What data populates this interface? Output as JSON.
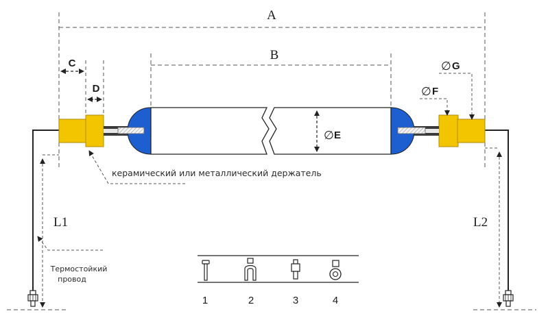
{
  "dimensions": {
    "A": "A",
    "B": "B",
    "C": "C",
    "D": "D",
    "E": "E",
    "F": "F",
    "G": "G",
    "diameter_symbol": "∅",
    "L1": "L1",
    "L2": "L2"
  },
  "labels": {
    "holder": "керамический или металлический держатель",
    "wire_line1": "Термостойкий",
    "wire_line2": "провод"
  },
  "terminals": [
    "1",
    "2",
    "3",
    "4"
  ],
  "colors": {
    "holder_yellow": "#f2c500",
    "end_cap_blue": "#1d5fd0",
    "line": "#222222",
    "dash": "#555555"
  }
}
